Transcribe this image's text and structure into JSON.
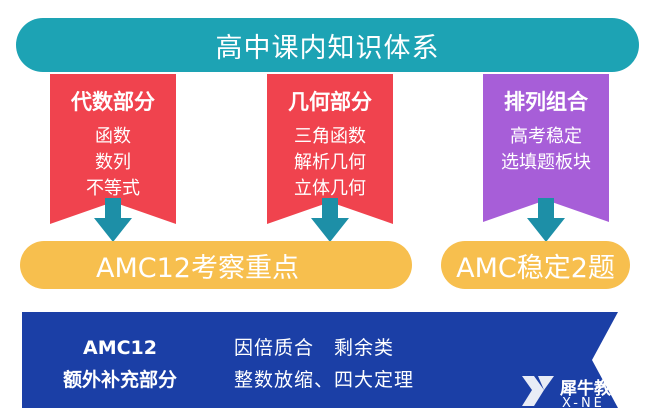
{
  "title": "高中课内知识体系",
  "columns": [
    {
      "head": "代数部分",
      "lines": [
        "函数",
        "数列",
        "不等式"
      ],
      "color": "#f0434e"
    },
    {
      "head": "几何部分",
      "lines": [
        "三角函数",
        "解析几何",
        "立体几何"
      ],
      "color": "#f0434e"
    },
    {
      "head": "排列组合",
      "lines": [
        "高考稳定",
        "选填题板块"
      ],
      "color": "#a75ed8"
    }
  ],
  "bars": {
    "left": "AMC12考察重点",
    "right": "AMC稳定2题"
  },
  "bottom": {
    "left_line1": "AMC12",
    "left_line2": "额外补充部分",
    "right_line1": "因倍质合　剩余类",
    "right_line2": "整数放缩、四大定理"
  },
  "logo": {
    "brand": "犀牛教",
    "sub": "X-NE"
  },
  "colors": {
    "title_bg": "#1da3b4",
    "arrow": "#1d8fa7",
    "bar": "#f7bf4e",
    "bottom": "#1b3fa6"
  }
}
